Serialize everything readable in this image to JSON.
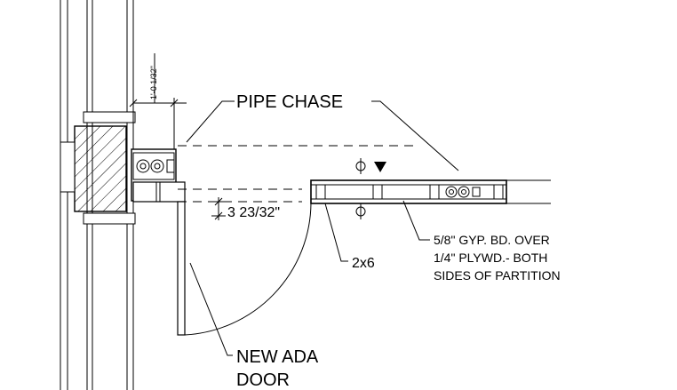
{
  "labels": {
    "pipe_chase": "PIPE CHASE",
    "dimension": "3 23/32\"",
    "stud": "2x6",
    "gyp_line1": "5/8\" GYP. BD. OVER",
    "gyp_line2": "1/4\" PLYWD.- BOTH",
    "gyp_line3": "SIDES OF PARTITION",
    "door_line1": "NEW ADA",
    "door_line2": "DOOR",
    "top_dim": "1'-0 1/32\""
  },
  "colors": {
    "ink": "#000000",
    "paper": "#ffffff"
  }
}
